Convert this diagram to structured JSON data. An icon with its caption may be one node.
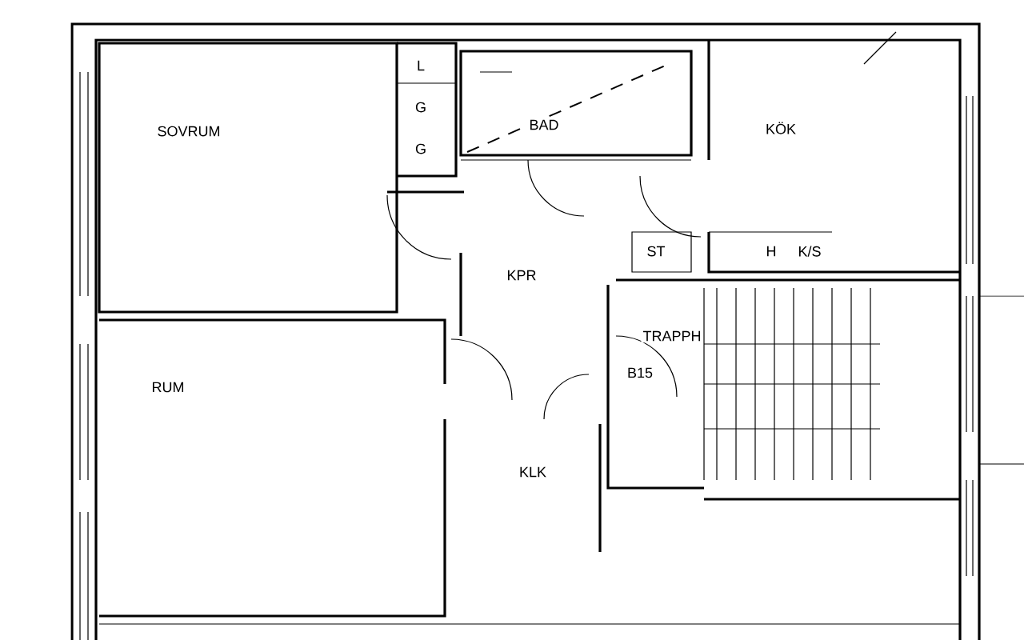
{
  "diagram": {
    "labels": [
      "SOVRUM",
      "L",
      "G",
      "G",
      "BAD",
      "KÖK",
      "KPR",
      "ST",
      "H",
      "K/S",
      "TRAPPH",
      "B15",
      "RUM",
      "KLK"
    ]
  }
}
